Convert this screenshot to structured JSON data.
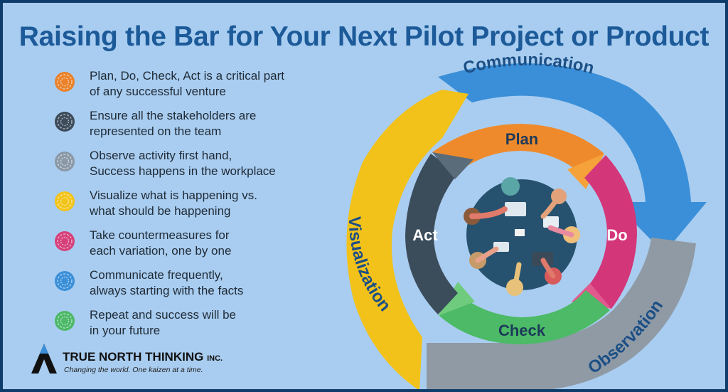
{
  "title": "Raising the Bar for Your Next Pilot Project or Product",
  "bullets": [
    {
      "line1": "Plan, Do, Check, Act is a critical part",
      "line2": "of any successful venture",
      "color": "#e9822a",
      "icon": "target-icon"
    },
    {
      "line1": "Ensure all the stakeholders are",
      "line2": "represented on the team",
      "color": "#3c4b5a",
      "icon": "target-icon"
    },
    {
      "line1": "Observe activity first hand,",
      "line2": "Success happens in the workplace",
      "color": "#8a98a6",
      "icon": "target-icon"
    },
    {
      "line1": "Visualize what is happening vs.",
      "line2": "what should be happening",
      "color": "#f2c318",
      "icon": "target-icon"
    },
    {
      "line1": "Take countermeasures for",
      "line2": "each variation, one by one",
      "color": "#d6407a",
      "icon": "target-icon"
    },
    {
      "line1": "Communicate frequently,",
      "line2": "always starting with the facts",
      "color": "#3a8fd8",
      "icon": "target-icon"
    },
    {
      "line1": "Repeat and success will be",
      "line2": "in your future",
      "color": "#4cb868",
      "icon": "target-icon"
    }
  ],
  "cycle": {
    "plan": "Plan",
    "do": "Do",
    "check": "Check",
    "act": "Act",
    "colors": {
      "plan": "#ef8a2c",
      "do": "#d4367a",
      "check": "#4cba66",
      "act": "#3b4c5b"
    }
  },
  "outer": {
    "communication": "Communication",
    "observation": "Observation",
    "visualization": "Visualization",
    "colors": {
      "communication": "#3a8fd8",
      "observation": "#8f9aa5",
      "visualization": "#f2c21a"
    }
  },
  "logo": {
    "name": "TRUE NORTH THINKING",
    "suffix": "INC.",
    "tagline": "Changing the world. One kaizen at a time."
  }
}
